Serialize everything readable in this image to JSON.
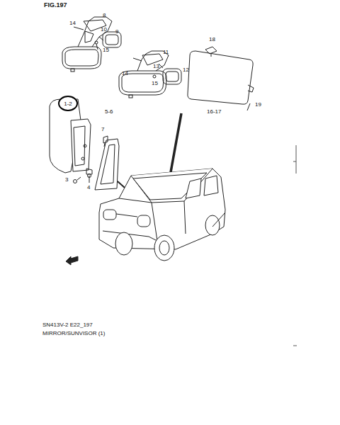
{
  "diagram": {
    "title": "FIG.197",
    "nodes": [
      {
        "text": [
          "1-2"
        ]
      }
    ],
    "labels": [
      "14",
      "8",
      "10",
      "9",
      "15",
      "14",
      "11",
      "13",
      "15",
      "12",
      "18",
      "16-17",
      "19",
      "5-6",
      "7",
      "3",
      "4",
      "SN413V-2 E22_197",
      "MIRROR/SUNVISOR (1)"
    ]
  }
}
